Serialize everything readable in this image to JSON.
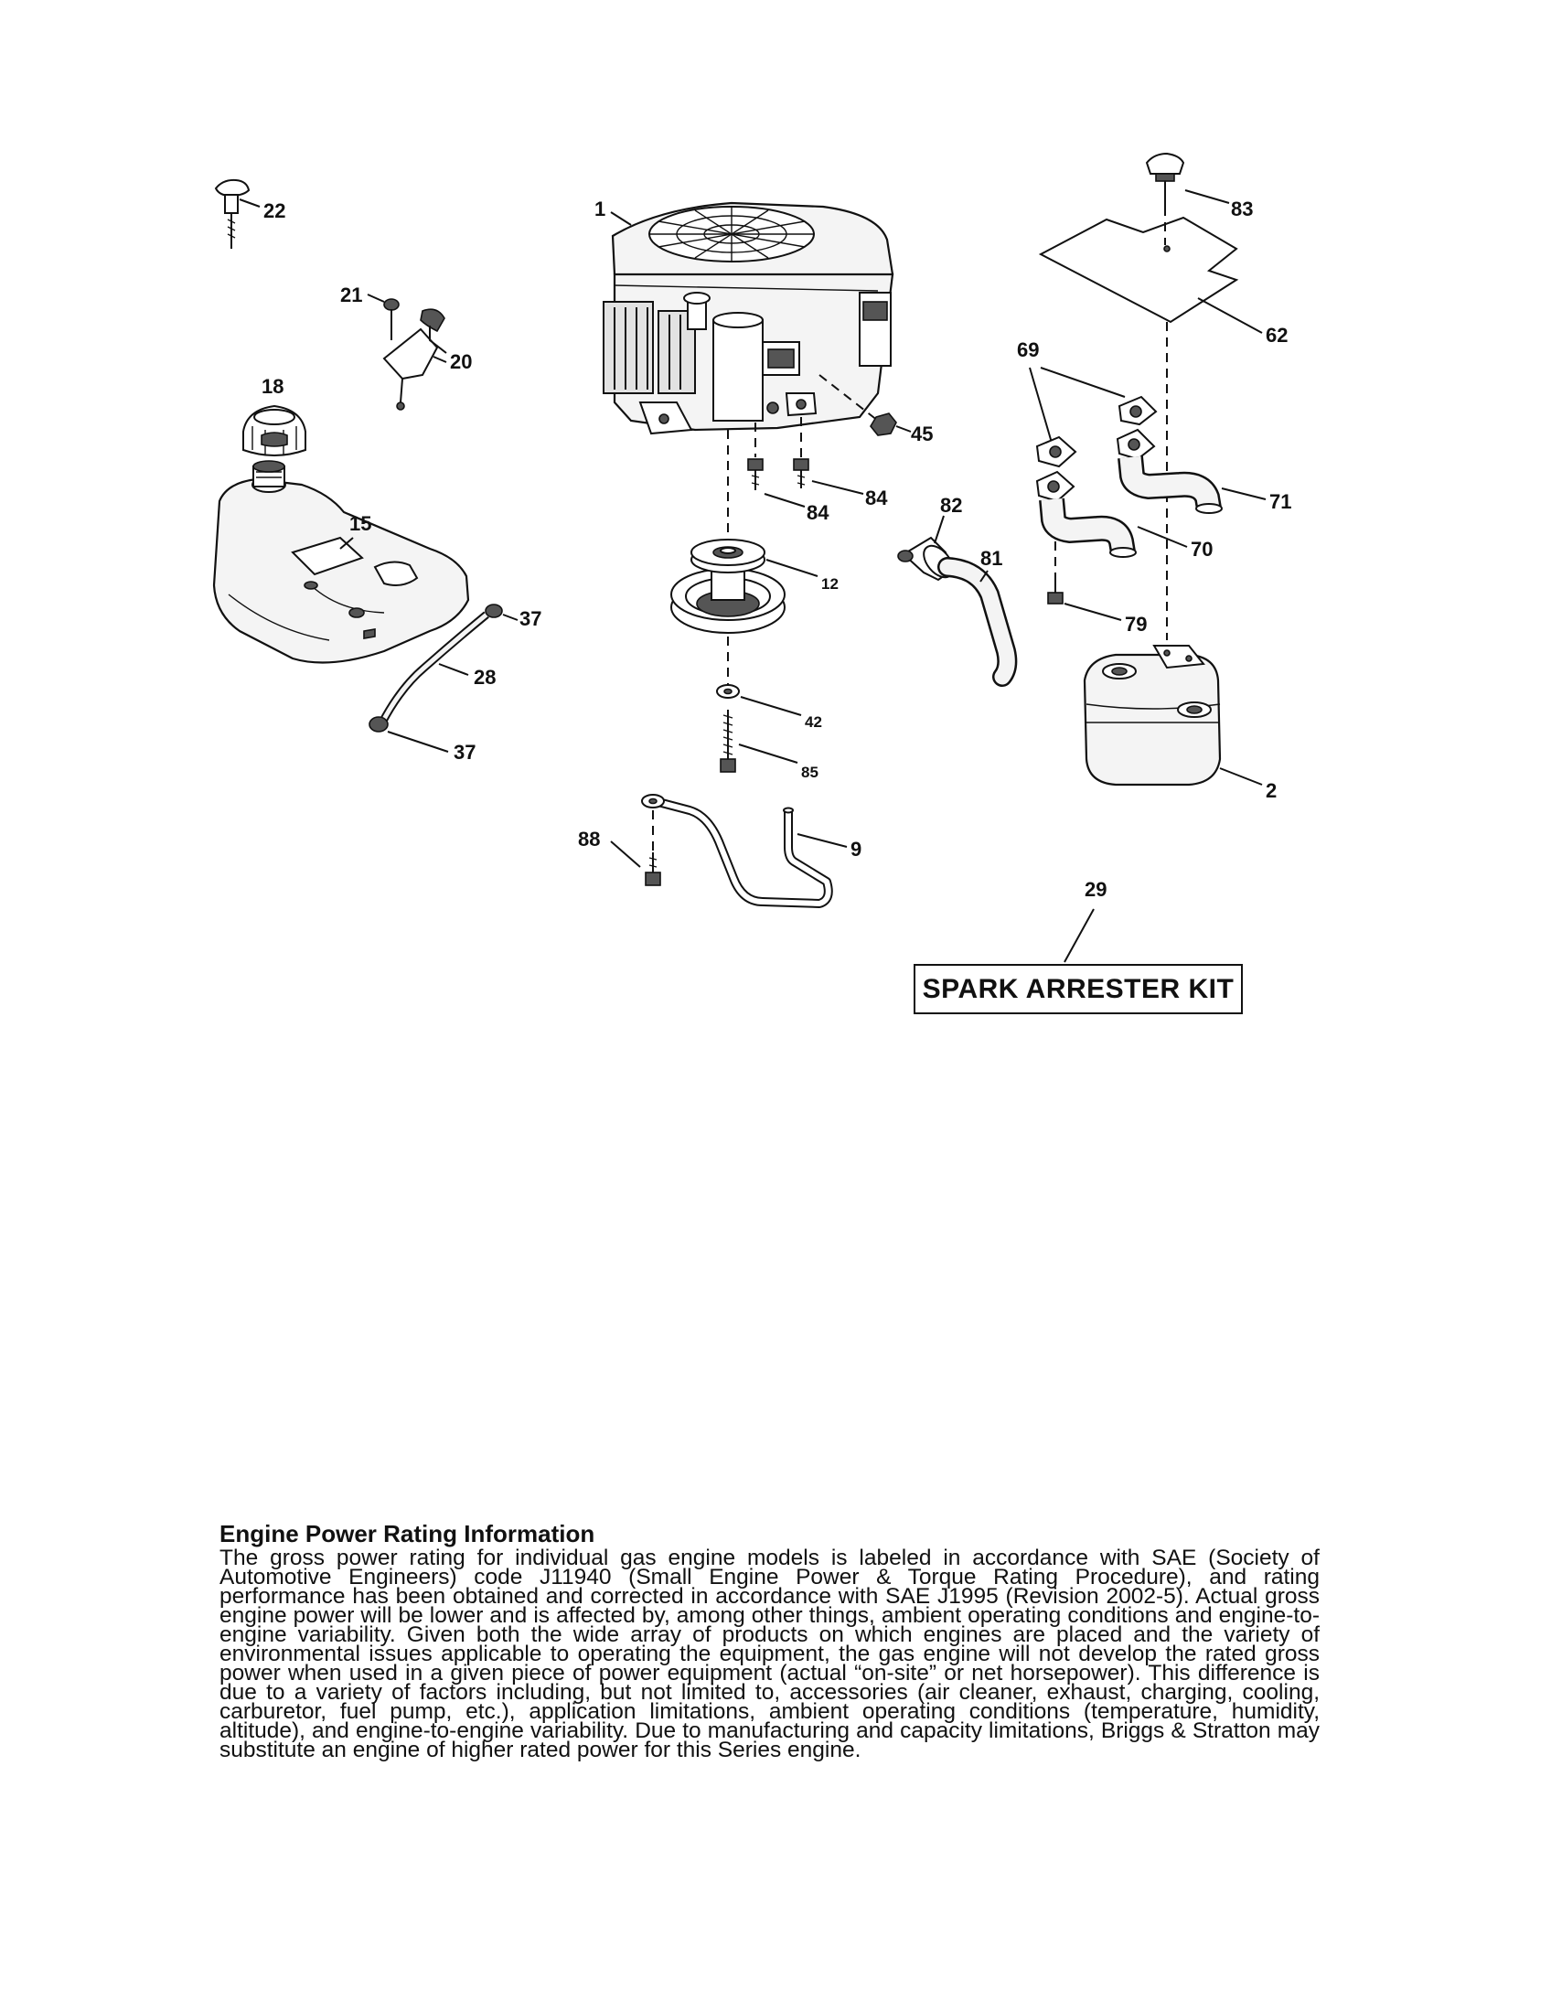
{
  "diagram": {
    "labels": {
      "p1": "1",
      "p2": "2",
      "p9": "9",
      "p12": "12",
      "p15": "15",
      "p18": "18",
      "p20": "20",
      "p21": "21",
      "p22": "22",
      "p28": "28",
      "p29": "29",
      "p37a": "37",
      "p37b": "37",
      "p42": "42",
      "p45": "45",
      "p62": "62",
      "p69": "69",
      "p70": "70",
      "p71": "71",
      "p79": "79",
      "p81": "81",
      "p82": "82",
      "p83": "83",
      "p84a": "84",
      "p84b": "84",
      "p85": "85",
      "p88": "88"
    },
    "kit_box_label": "SPARK ARRESTER KIT"
  },
  "power_info": {
    "title": "Engine Power Rating Information",
    "body": "The gross power rating for individual gas engine models is labeled in accordance with SAE (Society of Automotive Engineers) code J11940 (Small Engine Power & Torque Rating Procedure), and rating performance has been obtained and corrected in accordance with SAE J1995 (Revision 2002-5). Actual gross engine power will be lower and is affected by, among other things, ambient operating conditions and engine-to-engine variability. Given both the wide array of products on which engines are placed and the variety of environmental issues applicable to operating the equipment, the gas engine will not develop the rated gross power when used in a given piece of power equipment (actual “on-site” or net horsepower). This difference is due to a variety of factors including, but not limited to, accessories (air cleaner, exhaust, charging, cooling, carburetor, fuel pump, etc.), application limitations, ambient operating conditions (temperature, humidity, altitude), and engine-to-engine variability. Due to manufacturing and capacity limitations, Briggs & Stratton may substitute an engine of higher rated power for this Series engine."
  }
}
